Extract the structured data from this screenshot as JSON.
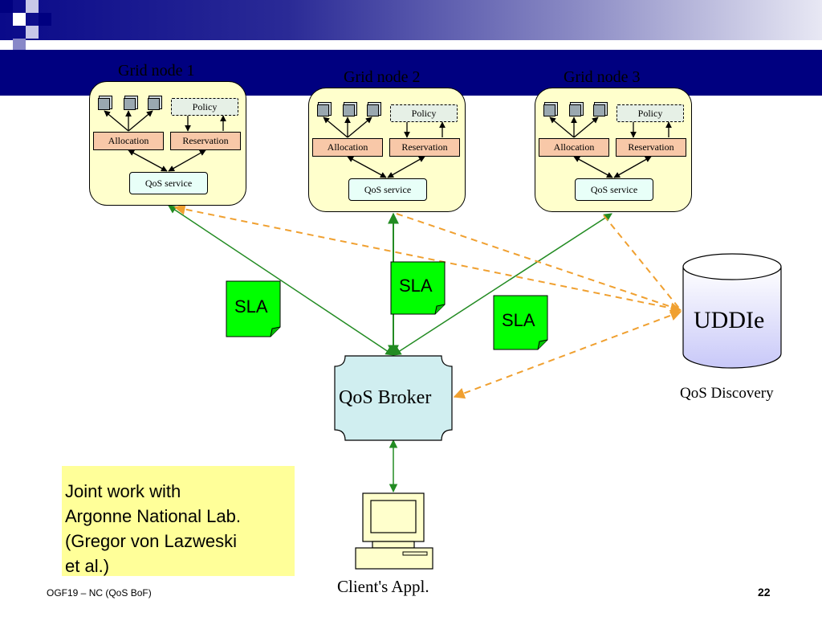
{
  "nodes": [
    {
      "title": "Grid node 1",
      "policy": "Policy",
      "allocation": "Allocation",
      "reservation": "Reservation",
      "qos_service": "QoS service"
    },
    {
      "title": "Grid node 2",
      "policy": "Policy",
      "allocation": "Allocation",
      "reservation": "Reservation",
      "qos_service": "QoS service"
    },
    {
      "title": "Grid node 3",
      "policy": "Policy",
      "allocation": "Allocation",
      "reservation": "Reservation",
      "qos_service": "QoS service"
    }
  ],
  "sla_labels": [
    "SLA",
    "SLA",
    "SLA"
  ],
  "broker": {
    "label": "QoS Broker"
  },
  "uddie": {
    "label": "UDDIe",
    "caption": "QoS Discovery"
  },
  "client": {
    "label": "Client's Appl."
  },
  "note": {
    "lines": [
      "Joint work with",
      "Argonne National Lab.",
      "(Gregor von Lazweski",
      "et al.)"
    ]
  },
  "footer": {
    "left": "OGF19 – NC (QoS BoF)",
    "page": "22"
  },
  "colors": {
    "band": "#000080",
    "node_fill": "#ffffcc",
    "sla_fill": "#00ff00",
    "link_green": "#228b22",
    "link_orange": "#f0a030",
    "broker_fill": "#d0eef0",
    "uddie_fill": "#d8d8ff",
    "note_fill": "#ffff99"
  }
}
